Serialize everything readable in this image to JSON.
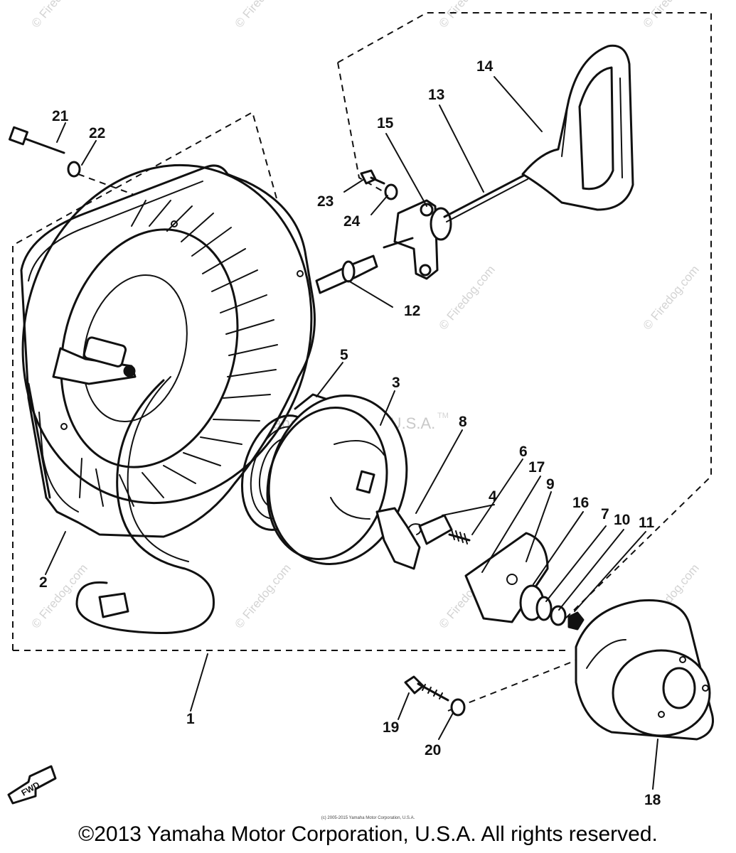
{
  "diagram": {
    "callouts": [
      "1",
      "2",
      "3",
      "4",
      "5",
      "6",
      "7",
      "8",
      "9",
      "10",
      "11",
      "12",
      "13",
      "14",
      "15",
      "16",
      "17",
      "18",
      "19",
      "20",
      "21",
      "22",
      "23",
      "24"
    ],
    "direction_label": "FWD"
  },
  "watermarks": {
    "repeat_text": "© Firedog.com",
    "center_text": "Yamaha Motor Corp, U.S.A.",
    "tm": "TM"
  },
  "footer": {
    "fine_print": "(c) 2005-2015 Yamaha Motor Corporation, U.S.A.",
    "copyright": "©2013 Yamaha Motor Corporation, U.S.A. All rights reserved."
  }
}
